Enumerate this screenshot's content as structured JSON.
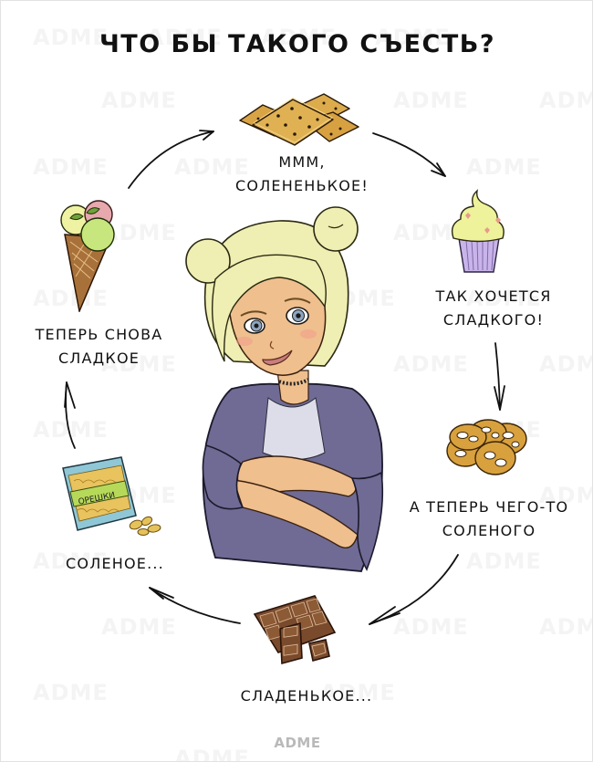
{
  "title": "ЧТО БЫ ТАКОГО СЪЕСТЬ?",
  "cycle": [
    {
      "id": "crackers",
      "icon": "crackers-icon",
      "lines": [
        "МММ,",
        "СОЛЕНЕНЬКОЕ!"
      ]
    },
    {
      "id": "cupcake",
      "icon": "cupcake-icon",
      "lines": [
        "ТАК ХОЧЕТСЯ",
        "СЛАДКОГО!"
      ]
    },
    {
      "id": "pretzels",
      "icon": "pretzels-icon",
      "lines": [
        "А ТЕПЕРЬ ЧЕГО-ТО",
        "СОЛЕНОГО"
      ]
    },
    {
      "id": "chocolate",
      "icon": "chocolate-icon",
      "lines": [
        "СЛАДЕНЬКОЕ..."
      ]
    },
    {
      "id": "nuts",
      "icon": "nuts-bag-icon",
      "lines": [
        "СОЛЕНОЕ..."
      ],
      "package_text": "ОРЕШКИ"
    },
    {
      "id": "ice-cream",
      "icon": "ice-cream-icon",
      "lines": [
        "ТЕПЕРЬ СНОВА",
        "СЛАДКОЕ"
      ]
    }
  ],
  "center_figure": "girl-character",
  "watermark": "ADME",
  "footer_logo": "ADME",
  "colors": {
    "cracker": "#dba94a",
    "cupcake_frosting": "#eef29a",
    "cupcake_wrapper": "#c9b4ea",
    "pretzel": "#d8a13d",
    "chocolate": "#7a4a2c",
    "nuts_bag": "#8fc7d6",
    "nuts_label": "#b7d95a",
    "ice_cream_green": "#c8e67e",
    "ice_cream_pink": "#e7a8ae",
    "ice_cream_yellow": "#eef2a2",
    "cone": "#a9713a",
    "hair": "#efeeb3",
    "skin": "#efbf8e",
    "jacket": "#6f6b95",
    "shirt": "#dcdde8"
  }
}
